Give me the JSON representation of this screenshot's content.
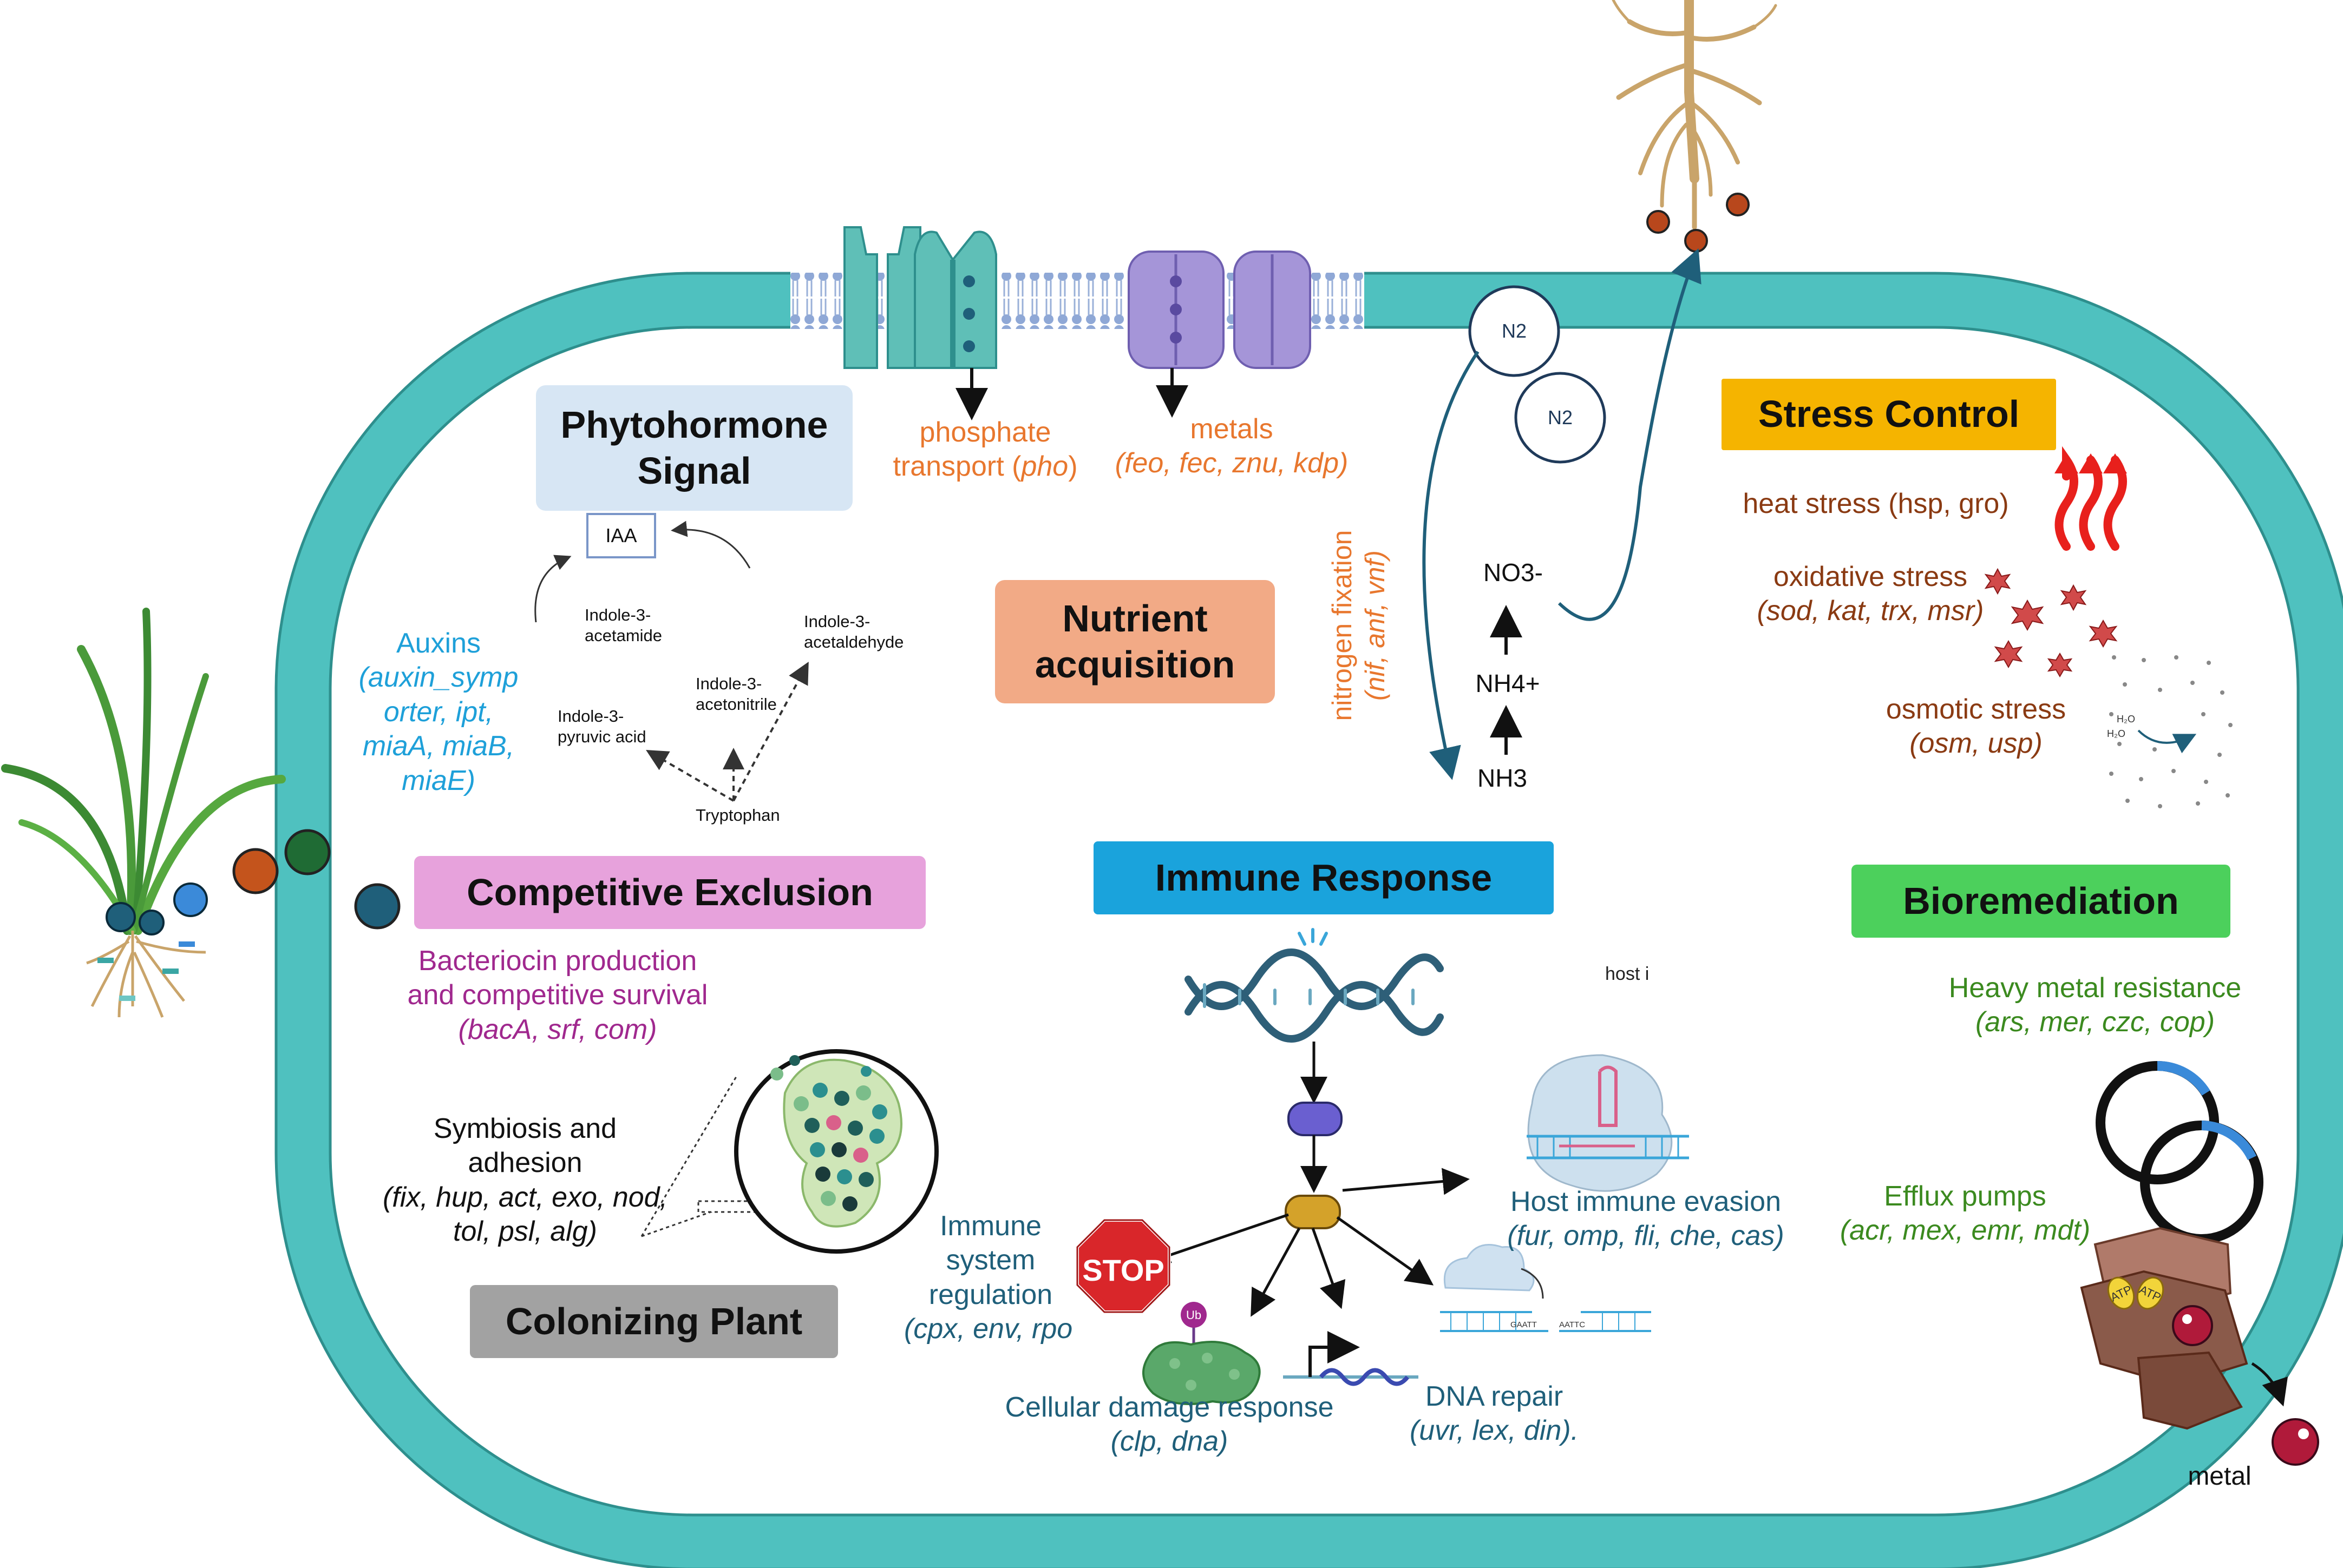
{
  "colors": {
    "membrane": "#4fc1bf",
    "membrane_dark": "#3aa6a4",
    "orange_text": "#e8772e",
    "blue_text": "#1ea0d9",
    "purple_text": "#a0288e",
    "teal_text": "#1f5f7a",
    "brown_text": "#8a3a12",
    "green_text": "#3b8a1f",
    "stop_red": "#d9262a",
    "heat_red": "#e8201c"
  },
  "labels": {
    "phytohormone": "Phytohormone Signal",
    "nutrient": "Nutrient acquisition",
    "stress": "Stress Control",
    "competitive": "Competitive Exclusion",
    "immune": "Immune Response",
    "bioremediation": "Bioremediation",
    "colonizing": "Colonizing Plant"
  },
  "transport": {
    "phosphate_1": "phosphate",
    "phosphate_2": "transport (",
    "phosphate_gene": "pho",
    "phosphate_close": ")",
    "metals_1": "metals",
    "metals_2": "(feo, fec, znu, kdp)"
  },
  "auxin": {
    "iaa": "IAA",
    "indole_acetamide": "Indole-3-\nacetamide",
    "indole_acetaldehyde": "Indole-3-\nacetaldehyde",
    "indole_acetonitrile": "Indole-3-\nacetonitrile",
    "indole_pyruvic": "Indole-3-\npyruvic acid",
    "tryptophan": "Tryptophan",
    "auxins_1": "Auxins",
    "auxins_2": "(auxin_symp",
    "auxins_3": "orter, ipt,",
    "auxins_4": "miaA, miaB,",
    "auxins_5": "miaE)"
  },
  "nitrogen": {
    "n2a": "N2",
    "n2b": "N2",
    "no3": "NO3-",
    "nh4": "NH4+",
    "nh3": "NH3",
    "fixation_1": "nitrogen fixation",
    "fixation_2": "(nif, anf, vnf)"
  },
  "stress_items": {
    "heat": "heat stress (hsp, gro)",
    "oxidative_1": "oxidative stress",
    "oxidative_2": "(sod, kat, trx, msr)",
    "osmotic_1": "osmotic stress",
    "osmotic_2": "(osm, usp)",
    "h2o": "H₂O"
  },
  "competition": {
    "line1": "Bacteriocin production",
    "line2": "and competitive survival",
    "line3": "(bacA, srf, com)",
    "symb1": "Symbiosis and",
    "symb2": "adhesion",
    "symb3": "(fix, hup, act, exo, nod,",
    "symb4": "tol, psl, alg)"
  },
  "immune_items": {
    "host_cut": "host i",
    "reg1": "Immune",
    "reg2": "system",
    "reg3": "regulation",
    "reg4": "(cpx, env, rpo",
    "stop": "STOP",
    "ub": "Ub",
    "evasion1": "Host immune evasion",
    "evasion2": "(fur, omp, fli, che, cas)",
    "damage1": "Cellular damage response",
    "damage2": "(clp, dna)",
    "repair1": "DNA repair",
    "repair2": "(uvr, lex, din).",
    "seq1": "GAATT",
    "seq2": "AATTC"
  },
  "biorem": {
    "heavy1": "Heavy metal resistance",
    "heavy2": "(ars, mer, czc, cop)",
    "efflux1": "Efflux pumps",
    "efflux2": "(acr, mex, emr, mdt)",
    "atp": "ATP",
    "metal": "metal"
  }
}
